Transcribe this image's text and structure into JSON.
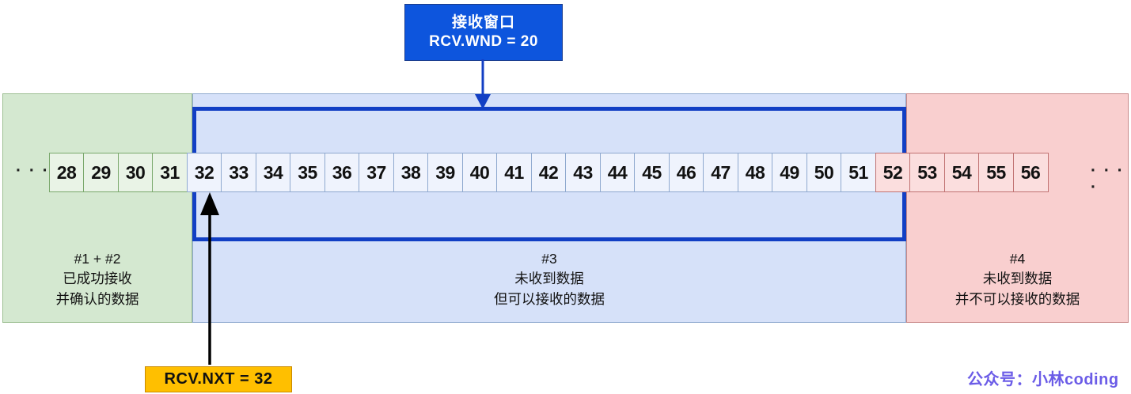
{
  "diagram": {
    "title_callout": {
      "line1": "接收窗口",
      "line2": "RCV.WND = 20",
      "fill_color": "#0d55dd",
      "text_color": "#ffffff"
    },
    "receive_window_outline_color": "#123fc4",
    "ellipsis_left": "· · · ·",
    "ellipsis_right": "· · · ·",
    "pointer_tag": {
      "label": "RCV.NXT = 32",
      "fill_color": "#ffbf00",
      "points_to_cell": "32"
    },
    "watermark": "公众号：小林coding",
    "regions": [
      {
        "id": "region-1-2",
        "tag": "#1 + #2",
        "caption": "#1 + #2\n已成功接收\n并确认的数据",
        "fill_color": "#d4e8d0",
        "border_color": "#9dbf92",
        "cells": [
          "28",
          "29",
          "30",
          "31"
        ]
      },
      {
        "id": "region-3",
        "tag": "#3",
        "caption": "#3\n未收到数据\n但可以接收的数据",
        "fill_color": "#d6e1f9",
        "border_color": "#8fa9cf",
        "cells": [
          "32",
          "33",
          "34",
          "35",
          "36",
          "37",
          "38",
          "39",
          "40",
          "41",
          "42",
          "43",
          "44",
          "45",
          "46",
          "47",
          "48",
          "49",
          "50",
          "51"
        ]
      },
      {
        "id": "region-4",
        "tag": "#4",
        "caption": "#4\n未收到数据\n并不可以接收的数据",
        "fill_color": "#f9cfcf",
        "border_color": "#c98a8a",
        "cells": [
          "52",
          "53",
          "54",
          "55",
          "56"
        ]
      }
    ]
  }
}
